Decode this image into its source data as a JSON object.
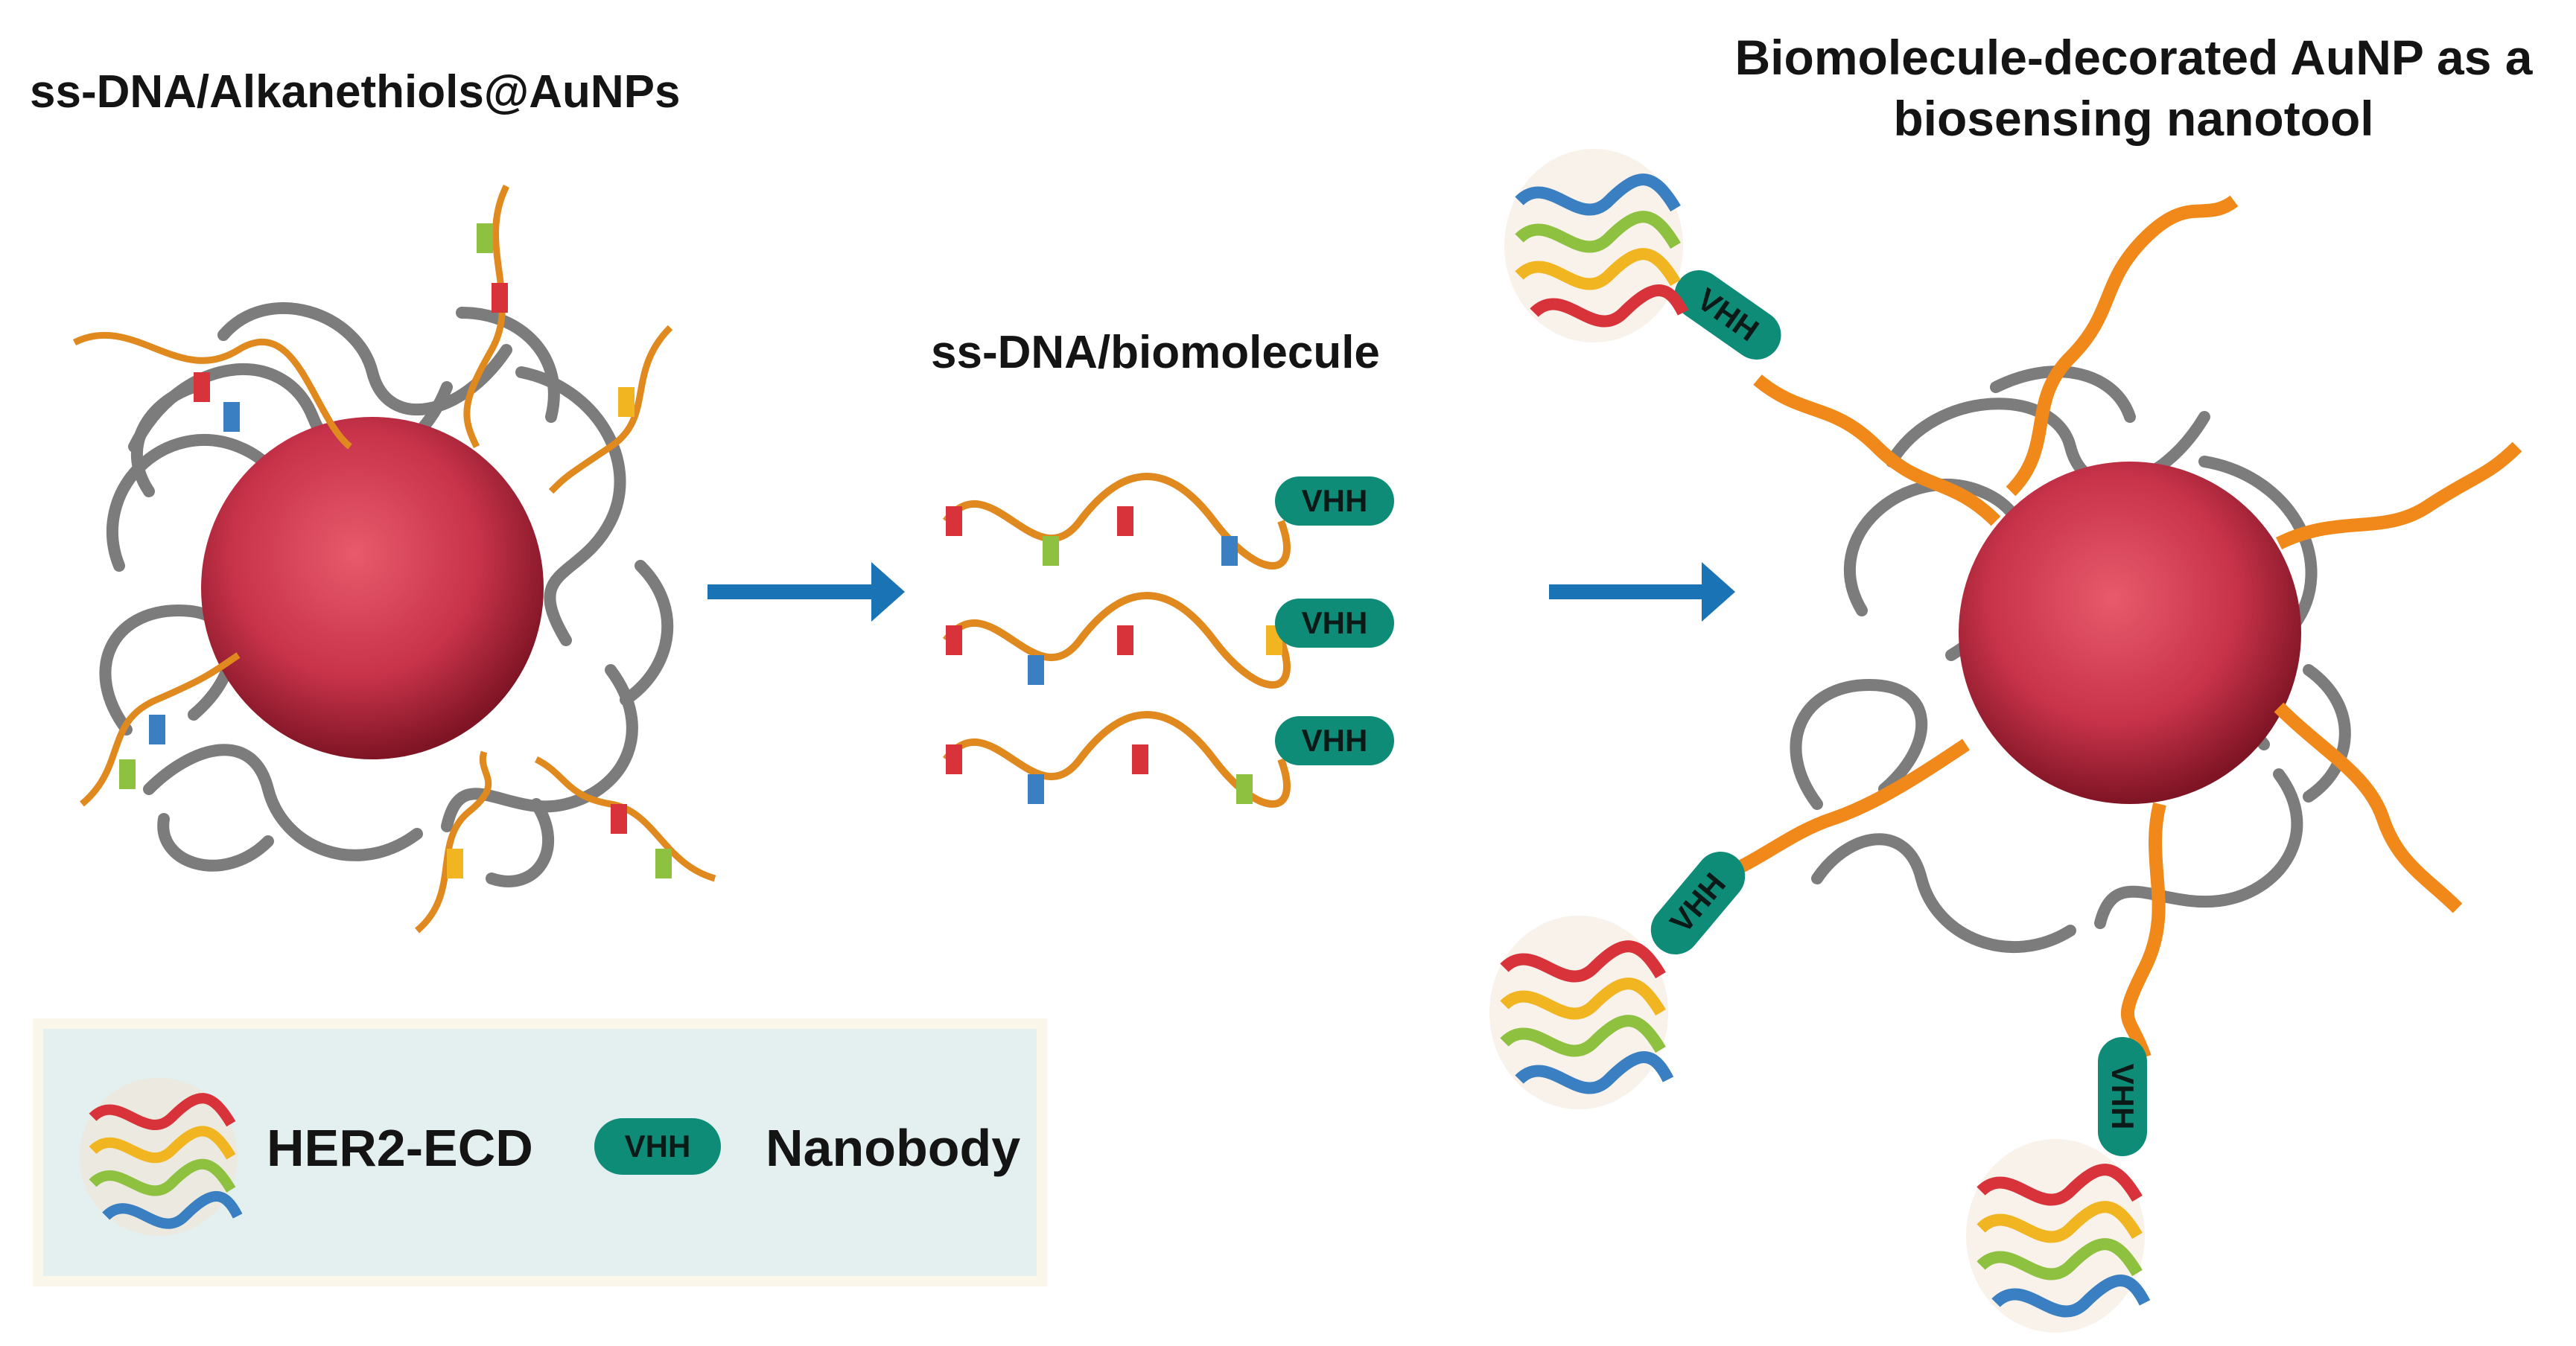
{
  "titles": {
    "left": "ss-DNA/Alkanethiols@AuNPs",
    "middle": "ss-DNA/biomolecule",
    "right": "Biomolecule-decorated AuNP as a biosensing nanotool"
  },
  "vhh_label": "VHH",
  "legend": {
    "items": [
      {
        "label": "HER2-ECD",
        "icon": "protein-ribbon-icon"
      },
      {
        "label": "Nanobody",
        "icon": "vhh-nanobody-icon"
      }
    ],
    "vhh_badge": "VHH"
  },
  "colors": {
    "arrow": "#1a73b4",
    "nanoparticle": "#c8334a",
    "alkanethiol": "#6e6e6e",
    "dna_backbone": "#e0891f",
    "vhh": "#0e8c78",
    "legend_bg": "#e3f0ef",
    "base_red": "#d8333a",
    "base_blue": "#3a7fc2",
    "base_green": "#8dc13f",
    "base_yellow": "#f2b522"
  }
}
